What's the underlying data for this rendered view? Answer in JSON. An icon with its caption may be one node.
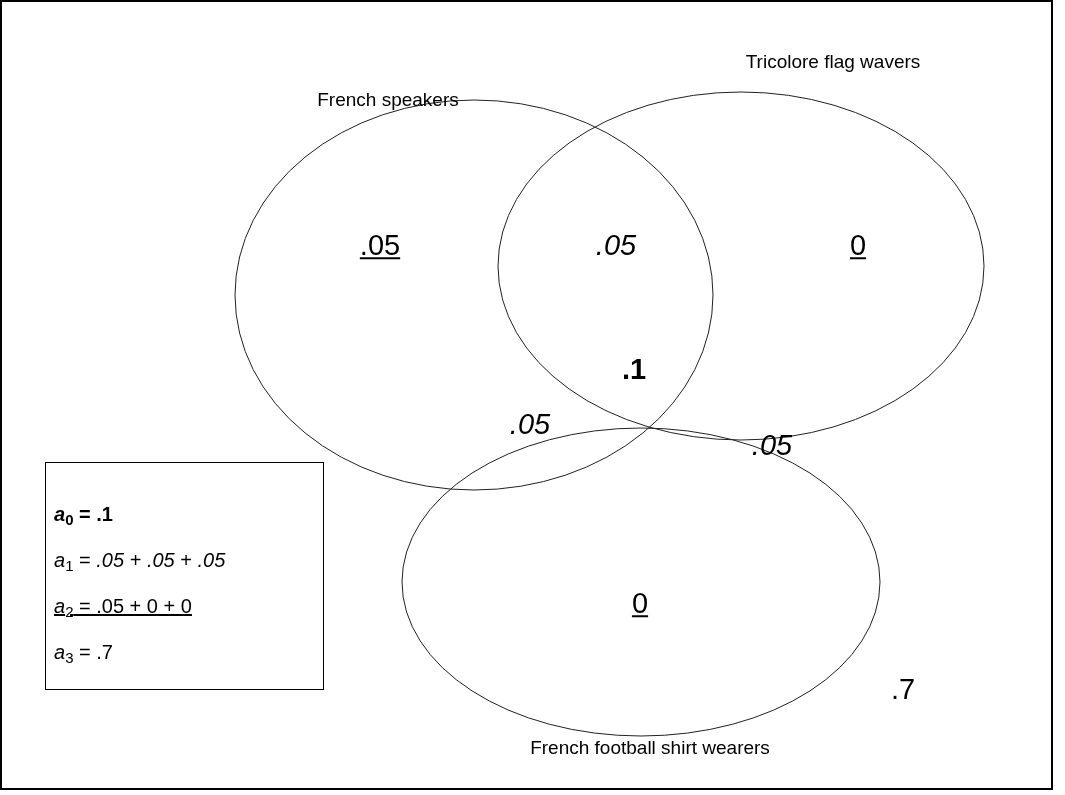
{
  "diagram": {
    "nodes": [
      {
        "text": [
          "French speakers"
        ]
      },
      {
        "text": [
          "Tricolore flag wavers"
        ]
      },
      {
        "text": [
          "French football shirt wearers"
        ]
      },
      {
        "text": [
          "*a*$_{0}$ = .1",
          "*a*$_{1}$ = *.05* + *.05* + *.05*",
          "*a*$_{2}$ = .05 + 0 + 0",
          "*a*$_{3}$ = .7"
        ]
      }
    ],
    "edges": [],
    "labels": [
      ".05",
      ".05",
      "0",
      ".1",
      ".05",
      ".05",
      "0",
      ".7"
    ]
  }
}
